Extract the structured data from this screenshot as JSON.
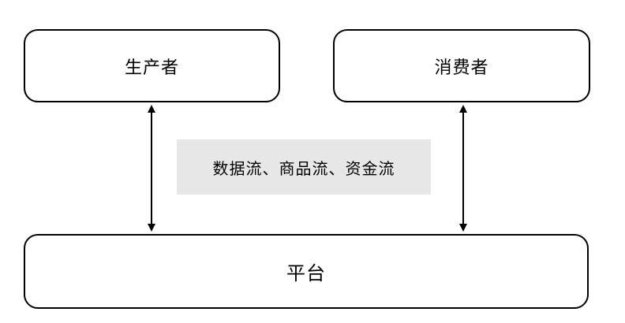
{
  "nodes": {
    "producer": "生产者",
    "consumer": "消费者",
    "platform": "平台"
  },
  "flow_label": "数据流、商品流、资金流",
  "colors": {
    "stroke": "#000000",
    "label_background": "#e7e7e7",
    "box_fill": "#ffffff"
  }
}
